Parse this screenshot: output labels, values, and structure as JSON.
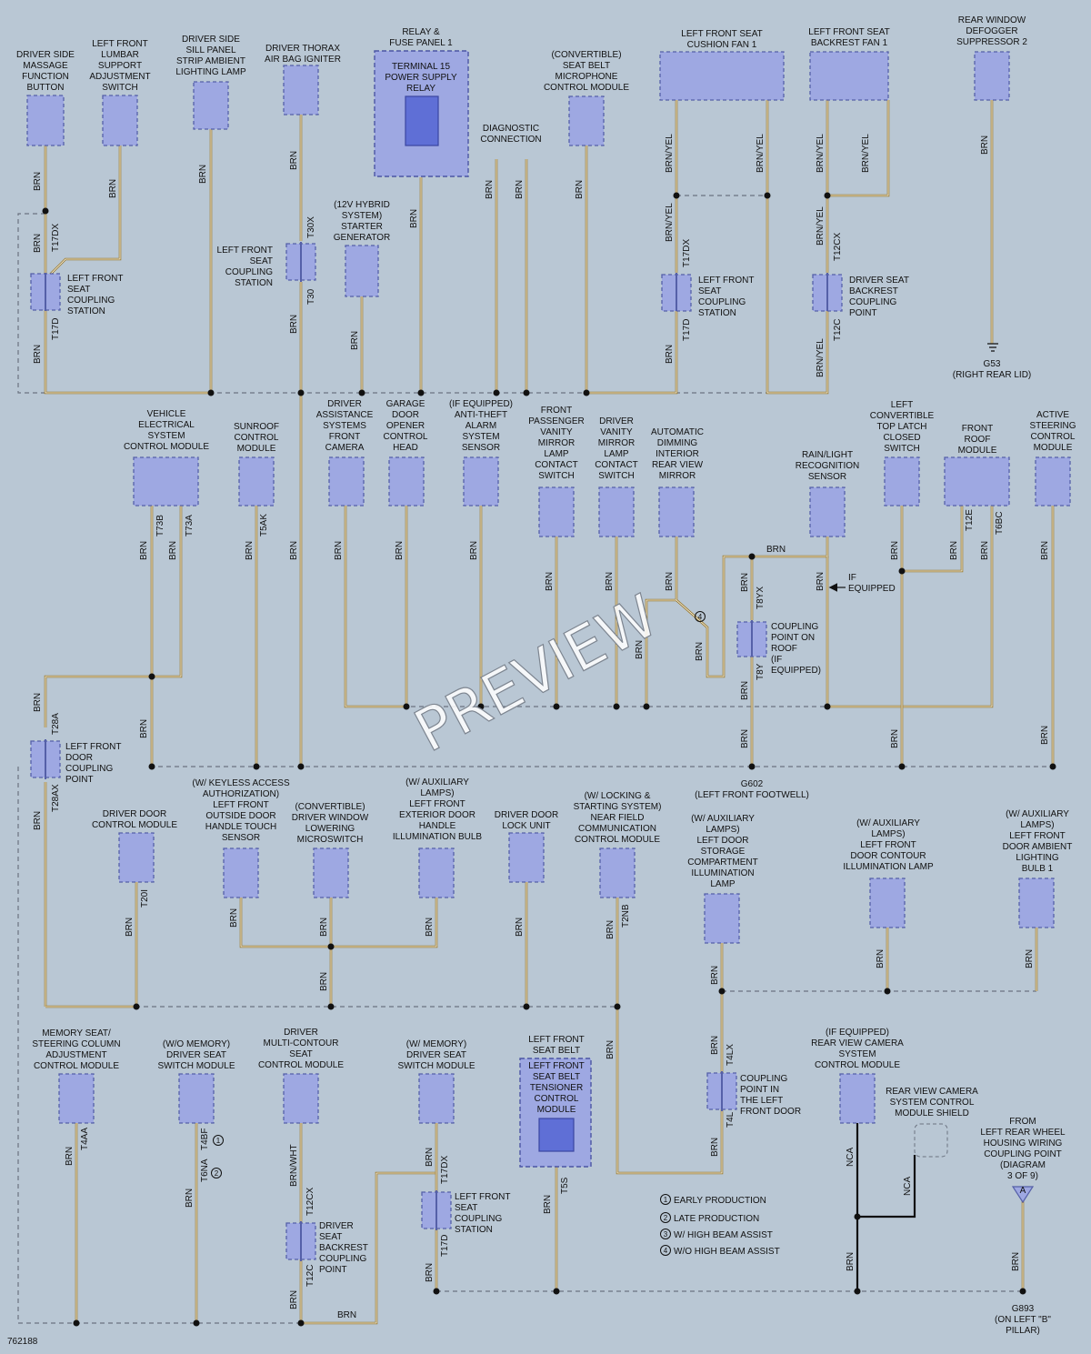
{
  "diagram_id": "762188",
  "watermark": "PREVIEW",
  "labels": {
    "driver_side_massage": "DRIVER SIDE\nMASSAGE\nFUNCTION\nBUTTON",
    "lf_lumbar": "LEFT FRONT\nLUMBAR\nSUPPORT\nADJUSTMENT\nSWITCH",
    "driver_sill": "DRIVER SIDE\nSILL PANEL\nSTRIP AMBIENT\nLIGHTING LAMP",
    "driver_thorax": "DRIVER THORAX\nAIR BAG IGNITER",
    "relay_panel": "RELAY &\nFUSE PANEL 1",
    "terminal15": "TERMINAL 15\nPOWER SUPPLY\nRELAY",
    "diagnostic": "DIAGNOSTIC\nCONNECTION",
    "seatbelt_mic": "(CONVERTIBLE)\nSEAT BELT\nMICROPHONE\nCONTROL MODULE",
    "cushion_fan": "LEFT FRONT SEAT\nCUSHION FAN 1",
    "backrest_fan": "LEFT FRONT SEAT\nBACKREST FAN 1",
    "defogger": "REAR WINDOW\nDEFOGGER\nSUPPRESSOR 2",
    "lf_seat_cs1": "LEFT FRONT\nSEAT\nCOUPLING\nSTATION",
    "lf_seat_cs2": "LEFT FRONT\nSEAT\nCOUPLING\nSTATION",
    "lf_seat_cs3": "LEFT FRONT\nSEAT\nCOUPLING\nSTATION",
    "lf_seat_cs4": "LEFT FRONT\nSEAT\nCOUPLING\nSTATION",
    "starter_gen": "(12V HYBRID\nSYSTEM)\nSTARTER\nGENERATOR",
    "driver_backrest_cp": "DRIVER SEAT\nBACKREST\nCOUPLING\nPOINT",
    "g53": "G53\n(RIGHT REAR LID)",
    "vesm": "VEHICLE\nELECTRICAL\nSYSTEM\nCONTROL MODULE",
    "sunroof": "SUNROOF\nCONTROL\nMODULE",
    "das_camera": "DRIVER\nASSISTANCE\nSYSTEMS\nFRONT\nCAMERA",
    "garage": "GARAGE\nDOOR\nOPENER\nCONTROL\nHEAD",
    "antitheft": "(IF EQUIPPED)\nANTI-THEFT\nALARM\nSYSTEM\nSENSOR",
    "fp_vanity": "FRONT\nPASSENGER\nVANITY\nMIRROR\nLAMP\nCONTACT\nSWITCH",
    "drv_vanity": "DRIVER\nVANITY\nMIRROR\nLAMP\nCONTACT\nSWITCH",
    "auto_dim": "AUTOMATIC\nDIMMING\nINTERIOR\nREAR VIEW\nMIRROR",
    "rain_light": "RAIN/LIGHT\nRECOGNITION\nSENSOR",
    "top_latch": "LEFT\nCONVERTIBLE\nTOP LATCH\nCLOSED\nSWITCH",
    "front_roof": "FRONT\nROOF\nMODULE",
    "active_steer": "ACTIVE\nSTEERING\nCONTROL\nMODULE",
    "roof_cp": "COUPLING\nPOINT ON\nROOF\n(IF\nEQUIPPED)",
    "if_equipped": "IF\nEQUIPPED",
    "lf_door_cp": "LEFT FRONT\nDOOR\nCOUPLING\nPOINT",
    "g602": "G602\n(LEFT FRONT FOOTWELL)",
    "driver_door_cm": "DRIVER DOOR\nCONTROL MODULE",
    "keyless": "(W/ KEYLESS ACCESS\nAUTHORIZATION)\nLEFT FRONT\nOUTSIDE DOOR\nHANDLE TOUCH\nSENSOR",
    "window_micro": "(CONVERTIBLE)\nDRIVER WINDOW\nLOWERING\nMICROSWITCH",
    "handle_illum": "(W/ AUXILIARY\nLAMPS)\nLEFT FRONT\nEXTERIOR DOOR\nHANDLE\nILLUMINATION BULB",
    "door_lock": "DRIVER DOOR\nLOCK UNIT",
    "nfc": "(W/ LOCKING &\nSTARTING SYSTEM)\nNEAR FIELD\nCOMMUNICATION\nCONTROL MODULE",
    "storage_lamp": "(W/ AUXILIARY\nLAMPS)\nLEFT DOOR\nSTORAGE\nCOMPARTMENT\nILLUMINATION\nLAMP",
    "contour_lamp": "(W/ AUXILIARY\nLAMPS)\nLEFT FRONT\nDOOR CONTOUR\nILLUMINATION LAMP",
    "ambient_bulb": "(W/ AUXILIARY\nLAMPS)\nLEFT FRONT\nDOOR AMBIENT\nLIGHTING\nBULB 1",
    "memory_col": "MEMORY SEAT/\nSTEERING COLUMN\nADJUSTMENT\nCONTROL MODULE",
    "wo_memory": "(W/O MEMORY)\nDRIVER SEAT\nSWITCH MODULE",
    "multicontour": "DRIVER\nMULTI-CONTOUR\nSEAT\nCONTROL MODULE",
    "w_memory": "(W/ MEMORY)\nDRIVER SEAT\nSWITCH MODULE",
    "tensioner_title": "LEFT FRONT\nSEAT BELT",
    "tensioner": "LEFT FRONT\nSEAT BELT\nTENSIONER\nCONTROL\nMODULE",
    "lf_door_cp2": "COUPLING\nPOINT IN\nTHE LEFT\nFRONT DOOR",
    "rvc_module": "(IF EQUIPPED)\nREAR VIEW CAMERA\nSYSTEM\nCONTROL MODULE",
    "rvc_shield": "REAR VIEW CAMERA\nSYSTEM CONTROL\nMODULE SHIELD",
    "from_rear": "FROM\nLEFT REAR WHEEL\nHOUSING WIRING\nCOUPLING POINT\n(DIAGRAM\n3 OF 9)",
    "g893": "G893\n(ON LEFT \"B\"\nPILLAR)",
    "drv_backrest_cp2": "DRIVER\nSEAT\nBACKREST\nCOUPLING\nPOINT"
  },
  "legend": [
    {
      "num": "1",
      "text": "EARLY PRODUCTION"
    },
    {
      "num": "2",
      "text": "LATE PRODUCTION"
    },
    {
      "num": "3",
      "text": "W/ HIGH BEAM ASSIST"
    },
    {
      "num": "4",
      "text": "W/O HIGH BEAM ASSIST"
    }
  ],
  "wire_colors": {
    "brn": "BRN",
    "brnyel": "BRN/YEL",
    "brnwht": "BRN/WHT",
    "nca": "NCA"
  },
  "connector_codes": [
    "T17DX",
    "T17D",
    "T30X",
    "T30",
    "T17DX",
    "T17D",
    "T12CX",
    "T12C",
    "T73B",
    "T73A",
    "T5AK",
    "T8YX",
    "T8Y",
    "T12E",
    "T6BC",
    "T28A",
    "T28AX",
    "T20I",
    "T2NB",
    "T4LX",
    "T4L",
    "T4AA",
    "T4BF",
    "T6NA",
    "T12CX",
    "T12C",
    "T17DX",
    "T17D",
    "T5S"
  ],
  "ground_ref": "A",
  "colors": {
    "background": "#b9c7d4",
    "wire": "#9a7a2e",
    "component": "#9ea8e2",
    "component_border": "#5560a8",
    "inner": "#5f6fd6"
  }
}
